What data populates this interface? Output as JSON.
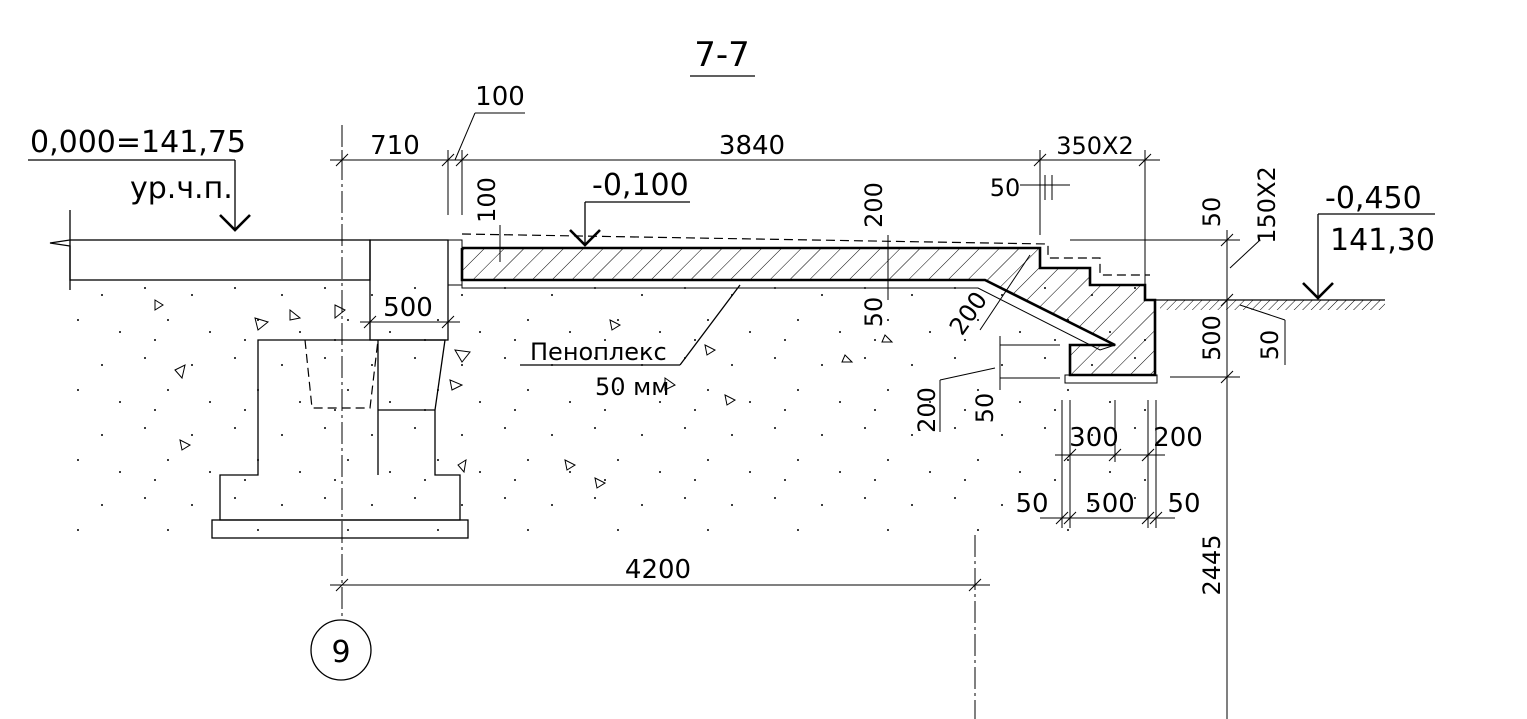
{
  "section": {
    "title": "7-7"
  },
  "grid_axis": {
    "label": "9"
  },
  "levels": {
    "zero": "0,000=141,75",
    "zero_note": "ур.ч.п.",
    "slab": "-0,100",
    "ground_top": "-0,450",
    "ground_bottom": "141,30"
  },
  "insulation_note": {
    "line1": "Пеноплекс",
    "line2": "50 мм"
  },
  "dimensions": {
    "d710": "710",
    "d100_top": "100",
    "d3840": "3840",
    "d350x2": "350Х2",
    "d150x2": "150Х2",
    "d50_top": "50",
    "d100_vert": "100",
    "d200_vert": "200",
    "d50_right": "50",
    "d500_wall": "500",
    "d50_mid": "50",
    "d200_slope": "200",
    "d200_low": "200",
    "d50_low": "50",
    "d500_right": "500",
    "d50_ground": "50",
    "d300": "300",
    "d200_b": "200",
    "d50_a": "50",
    "d500_b": "500",
    "d50_b": "50",
    "d2445": "2445",
    "d4200": "4200"
  }
}
